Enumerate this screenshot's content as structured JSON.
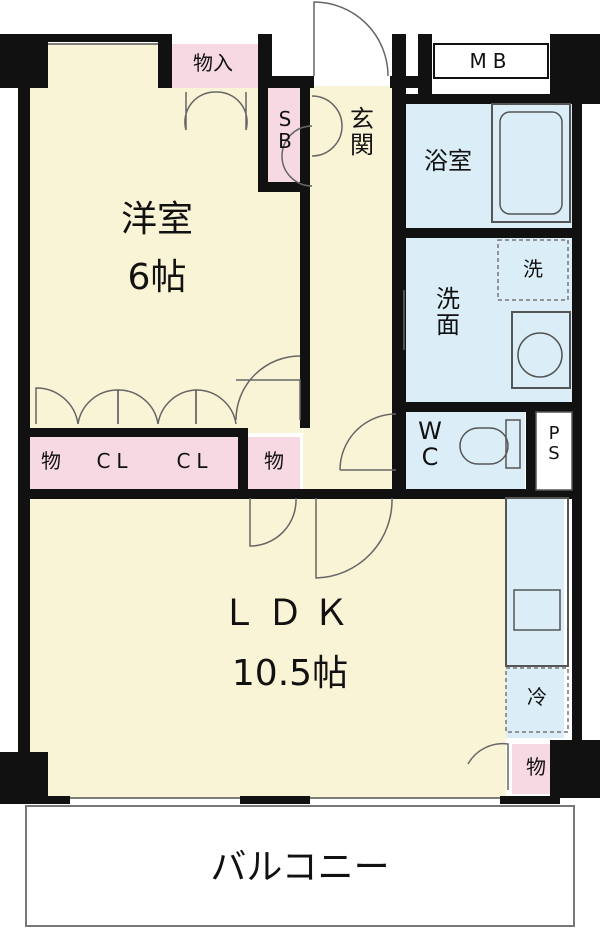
{
  "rooms": {
    "western": {
      "name": "洋室",
      "size": "6帖"
    },
    "ldk": {
      "name": "ＬＤＫ",
      "size": "10.5帖"
    },
    "balcony": "バルコニー",
    "bath": "浴室",
    "washroom": "洗\n面",
    "entrance": "玄\n関",
    "wc": "W\nC"
  },
  "labels": {
    "storage": "物",
    "storage_in": "物入",
    "closet": "CL",
    "shoe_box": "S\nB",
    "meter_box": "MB",
    "pipe_space": "P\nS",
    "washer": "洗",
    "fridge": "冷"
  },
  "colors": {
    "floor": "#faf4d6",
    "wet_area": "#dbeef8",
    "storage": "#f7d9e3",
    "wall": "#111111"
  }
}
